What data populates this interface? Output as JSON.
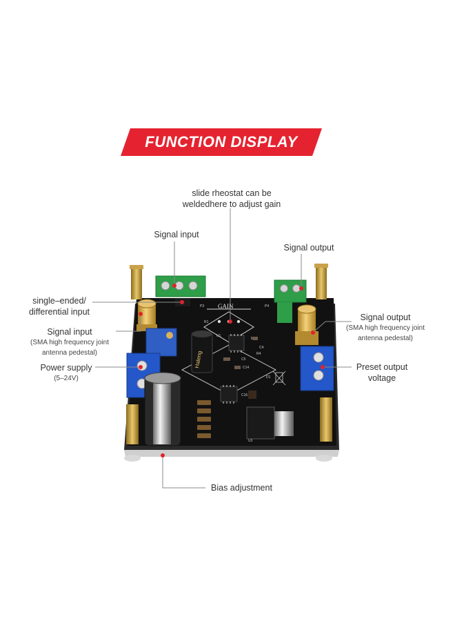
{
  "banner": {
    "title": "FUNCTION DISPLAY",
    "color": "#e52330"
  },
  "board_silkscreen": {
    "gain": "GAIN",
    "refs": [
      "P3",
      "P4",
      "R1",
      "R2",
      "R3",
      "R4",
      "C4",
      "C5",
      "C14",
      "C16",
      "D1",
      "U1",
      "U3"
    ],
    "capacitor_print": "Haleng"
  },
  "callouts": {
    "gain_rheostat": {
      "line1": "slide rheostat can be",
      "line2": "weldedhere to adjust gain"
    },
    "signal_input_top": {
      "text": "Signal input"
    },
    "signal_output_top": {
      "text": "Signal output"
    },
    "single_ended": {
      "line1": "single–ended/",
      "line2": "differential input"
    },
    "signal_input_sma": {
      "title": "Signal input",
      "line1": "(SMA high frequency joint",
      "line2": "antenna pedestal)"
    },
    "power_supply": {
      "title": "Power supply",
      "line2": "(5–24V)"
    },
    "signal_output_sma": {
      "title": "Signal output",
      "line1": "(SMA high frequency joint",
      "line2": "antenna pedestal)"
    },
    "preset_output": {
      "line1": "Preset output",
      "line2": "voltage"
    },
    "bias": {
      "text": "Bias adjustment"
    }
  },
  "colors": {
    "leader": "#8a8a8a",
    "marker": "#e0232b",
    "pcb": "#111111"
  }
}
